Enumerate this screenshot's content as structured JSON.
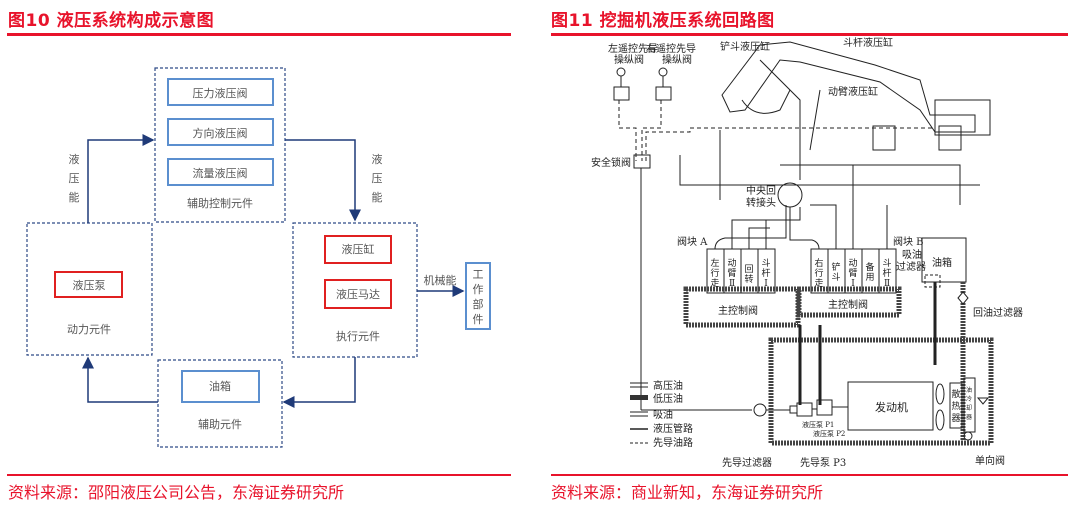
{
  "left": {
    "title": "图10  液压系统构成示意图",
    "source": "资料来源：邵阳液压公司公告，东海证券研究所",
    "groups": {
      "control": {
        "label": "辅助控制元件",
        "items": [
          "压力液压阀",
          "方向液压阀",
          "流量液压阀"
        ]
      },
      "power": {
        "label": "动力元件",
        "items": [
          "液压泵"
        ]
      },
      "actuator": {
        "label": "执行元件",
        "items": [
          "液压缸",
          "液压马达"
        ]
      },
      "auxiliary": {
        "label": "辅助元件",
        "items": [
          "油箱"
        ]
      }
    },
    "work_part": "工作部件",
    "flow_labels": {
      "left": "液压能",
      "right": "液压能",
      "mech": "机械能"
    },
    "colors": {
      "accent": "#e8132b",
      "box_blue": "#5b8fcf",
      "box_red": "#e02020",
      "dashed": "#2e4a86"
    }
  },
  "right": {
    "title": "图11  挖掘机液压系统回路图",
    "source": "资料来源：商业新知，东海证券研究所",
    "labels": {
      "left_pilot": [
        "左遥控先导",
        "操纵阀"
      ],
      "right_pilot": [
        "右遥控先导",
        "操纵阀"
      ],
      "bucket_cyl": "铲斗液压缸",
      "stick_cyl": "斗杆液压缸",
      "boom_cyl": "动臂液压缸",
      "safety_lock": "安全锁阀",
      "swivel": [
        "中央回",
        "转接头"
      ],
      "block_a": "阀块 A",
      "block_b": "阀块 B",
      "main_valve": "主控制阀",
      "suction_filter": [
        "吸油",
        "过滤器"
      ],
      "tank": "油箱",
      "return_filter": "回油过滤器",
      "engine": "发动机",
      "radiator": "散热器",
      "oil_cooler": "油冷却器",
      "pump_p1": "液压泵 P1",
      "pump_p2": "液压泵 P2",
      "pilot_pump": "先导泵 P3",
      "pilot_filter": "先导过滤器",
      "check_valve": "单向阀"
    },
    "block_a_valves": [
      "左行走",
      "动臂Ⅱ",
      "回转",
      "斗杆Ⅰ"
    ],
    "block_b_valves": [
      "右行走",
      "铲斗",
      "动臂Ⅰ",
      "备用",
      "斗杆Ⅱ"
    ],
    "legend": [
      "高压油",
      "低压油",
      "吸油",
      "液压管路",
      "先导油路"
    ]
  }
}
